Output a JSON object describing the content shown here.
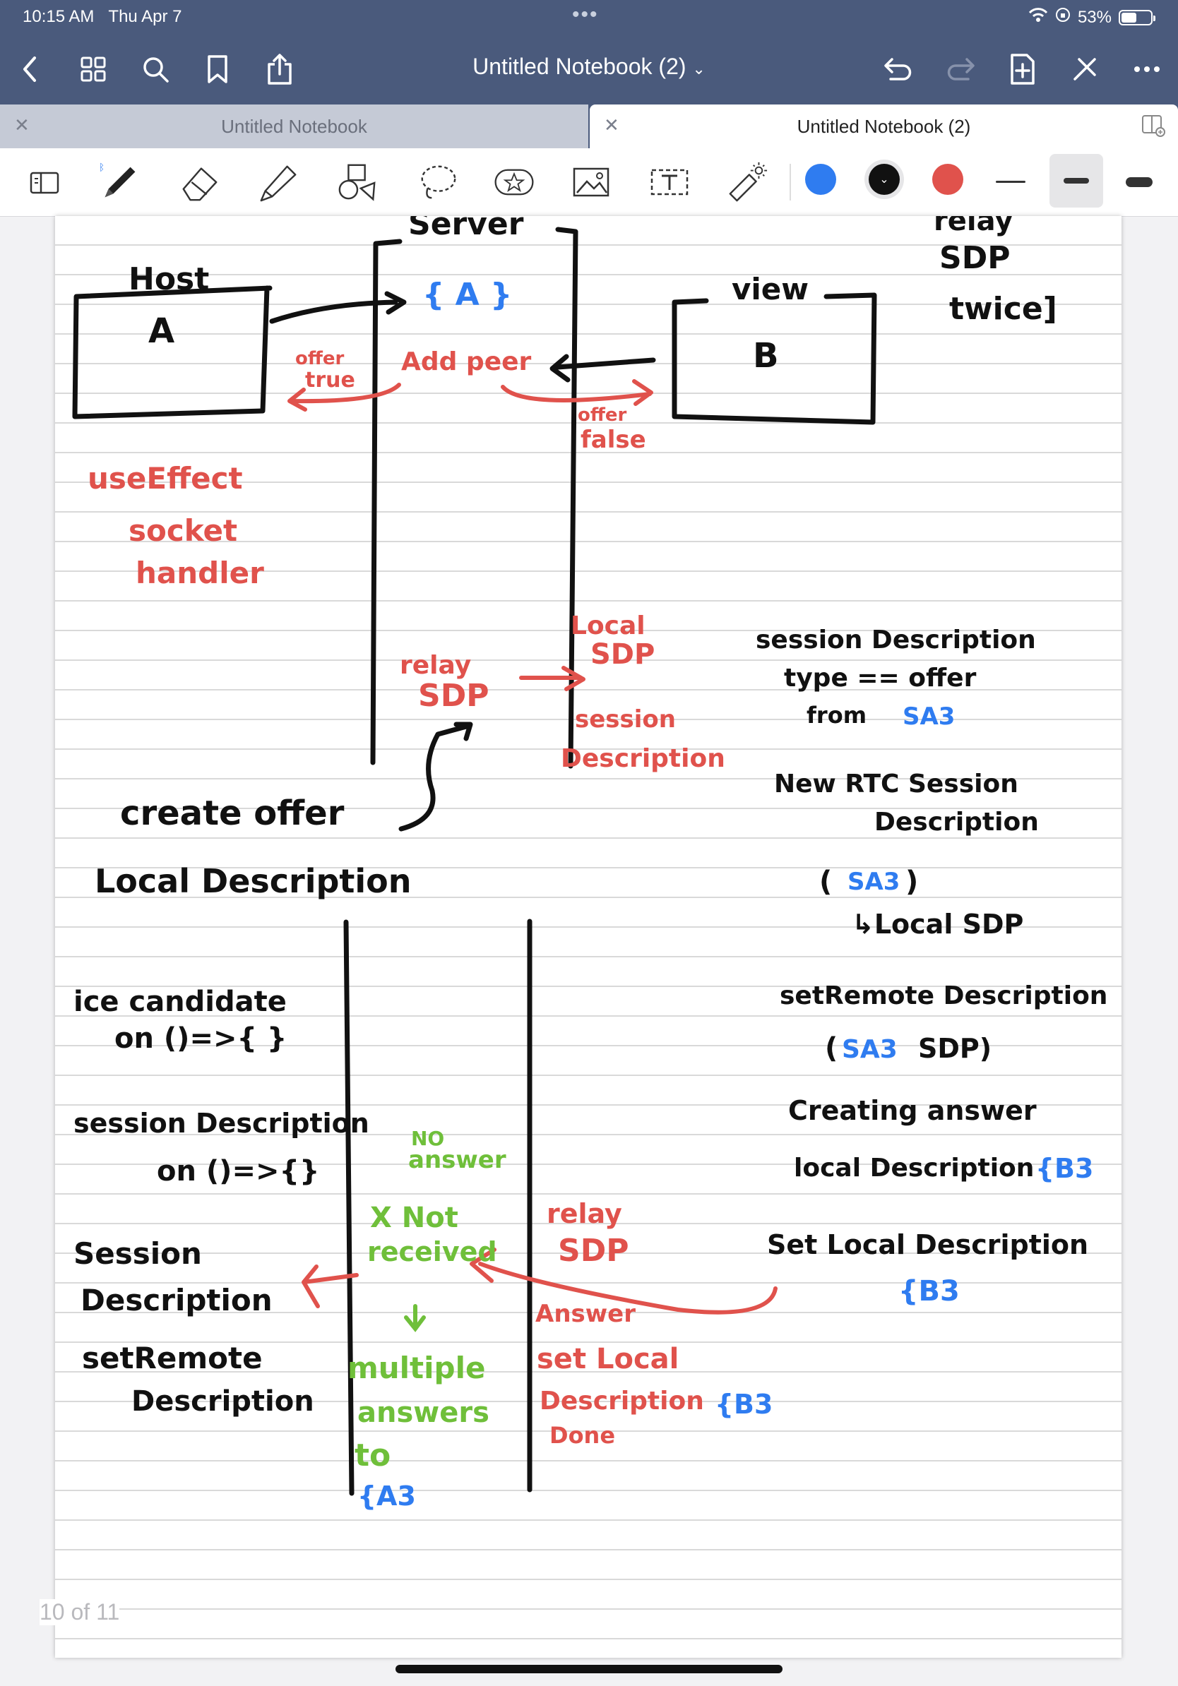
{
  "status_bar": {
    "time": "10:15 AM",
    "date": "Thu Apr 7",
    "battery": "53%",
    "battery_level": 0.53
  },
  "nav": {
    "title": "Untitled Notebook (2)",
    "chevron": "⌄"
  },
  "tabs": [
    {
      "label": "Untitled Notebook",
      "active": false
    },
    {
      "label": "Untitled Notebook (2)",
      "active": true
    }
  ],
  "toolbar": {
    "tools": [
      "pen-icon",
      "eraser-icon",
      "highlighter-icon",
      "shapes-icon",
      "lasso-icon",
      "sticker-icon",
      "image-icon",
      "text-icon",
      "laser-pointer-icon"
    ],
    "colors": [
      "#2f7cf0",
      "#111111",
      "#e0524c"
    ],
    "selected_color": "#111111"
  },
  "page_indicator": "10 of 11",
  "handwriting": {
    "server": "Server",
    "host": "Host",
    "host_id": "A",
    "view": "view",
    "view_id": "B",
    "sa": "{ A }",
    "offer_true_1": "offer",
    "offer_true_2": "true",
    "add_peer": "Add peer",
    "offer_false_1": "offer",
    "offer_false_2": "false",
    "relay_sdp_twice_1": "relay",
    "relay_sdp_twice_2": "SDP",
    "relay_sdp_twice_3": "twice]",
    "use_effect_1": "useEffect",
    "use_effect_2": "socket",
    "use_effect_3": "handler",
    "local_sdp_1": "Local",
    "local_sdp_2": "SDP",
    "relay_sdp_1": "relay",
    "relay_sdp_2": "SDP",
    "session_desc_1": "session",
    "session_desc_2": "Description",
    "right_1": "session Description",
    "right_2": "type == offer",
    "right_3": "from",
    "right_3b": "SA3",
    "right_4": "New RTC Session",
    "right_5": "Description",
    "right_6a": "(",
    "right_6b": "SA3",
    "right_6c": ")",
    "right_7": "↳Local SDP",
    "create_offer": "create offer",
    "local_description": "Local Description",
    "ice_1": "ice candidate",
    "ice_2": "on ()=>{ }",
    "sess_on_1": "session Description",
    "sess_on_2": "on ()=>{}",
    "set_remote_1": "setRemote Description",
    "set_remote_2a": "(",
    "set_remote_2b": "SA3",
    "set_remote_2c": "SDP)",
    "creating_answer": "Creating answer",
    "local_desc_sb": "local Description",
    "local_desc_sb_id": "{B3",
    "set_local_desc": "Set Local Description",
    "set_local_desc_id": "{B3",
    "no_answer_1": "NO",
    "no_answer_2": "answer",
    "not_received_1": "X Not",
    "not_received_2": "received",
    "arrow_down": "↓",
    "multiple_1": "multiple",
    "multiple_2": "answers",
    "multiple_3": "to",
    "multiple_4": "{A3",
    "relay_sdp_b1": "relay",
    "relay_sdp_b2": "SDP",
    "answer": "Answer",
    "set_local_b1": "set Local",
    "set_local_b2": "Description",
    "set_local_b2_id": "{B3",
    "set_local_b3": "Done",
    "sess_desc_left_1": "Session",
    "sess_desc_left_2": "Description",
    "sess_desc_left_3": "setRemote",
    "sess_desc_left_4": "Description"
  }
}
